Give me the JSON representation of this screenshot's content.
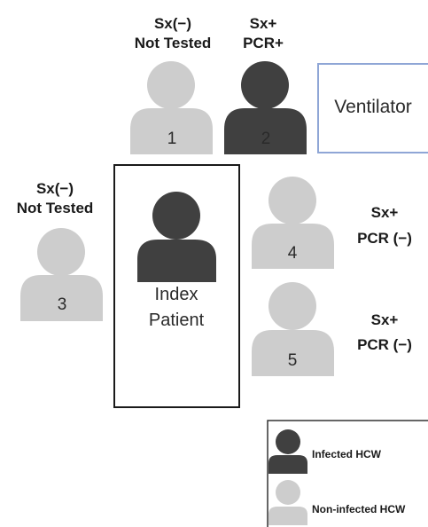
{
  "colors": {
    "infected": "#404040",
    "non_infected": "#cdcdcd",
    "ventilator_border": "#8fa6d6",
    "index_border": "#1a1a1a",
    "number_on_dark": "#ffffff",
    "number_on_light": "#333333"
  },
  "persons": [
    {
      "number": "1",
      "status": "non-infected",
      "label_line1": "Sx(−)",
      "label_line2": "Not Tested"
    },
    {
      "number": "2",
      "status": "infected",
      "label_line1": "Sx+",
      "label_line2": "PCR+"
    },
    {
      "number": "3",
      "status": "non-infected",
      "label_line1": "Sx(−)",
      "label_line2": "Not Tested"
    },
    {
      "number": "4",
      "status": "non-infected",
      "label_line1": "Sx+",
      "label_line2": "PCR (−)"
    },
    {
      "number": "5",
      "status": "non-infected",
      "label_line1": "Sx+",
      "label_line2": "PCR (−)"
    }
  ],
  "ventilator": {
    "label": "Ventilator"
  },
  "index_patient": {
    "label_line1": "Index",
    "label_line2": "Patient",
    "status": "infected"
  },
  "legend": {
    "items": [
      {
        "label": "Infected HCW",
        "status": "infected"
      },
      {
        "label": "Non-infected HCW",
        "status": "non-infected"
      }
    ]
  }
}
